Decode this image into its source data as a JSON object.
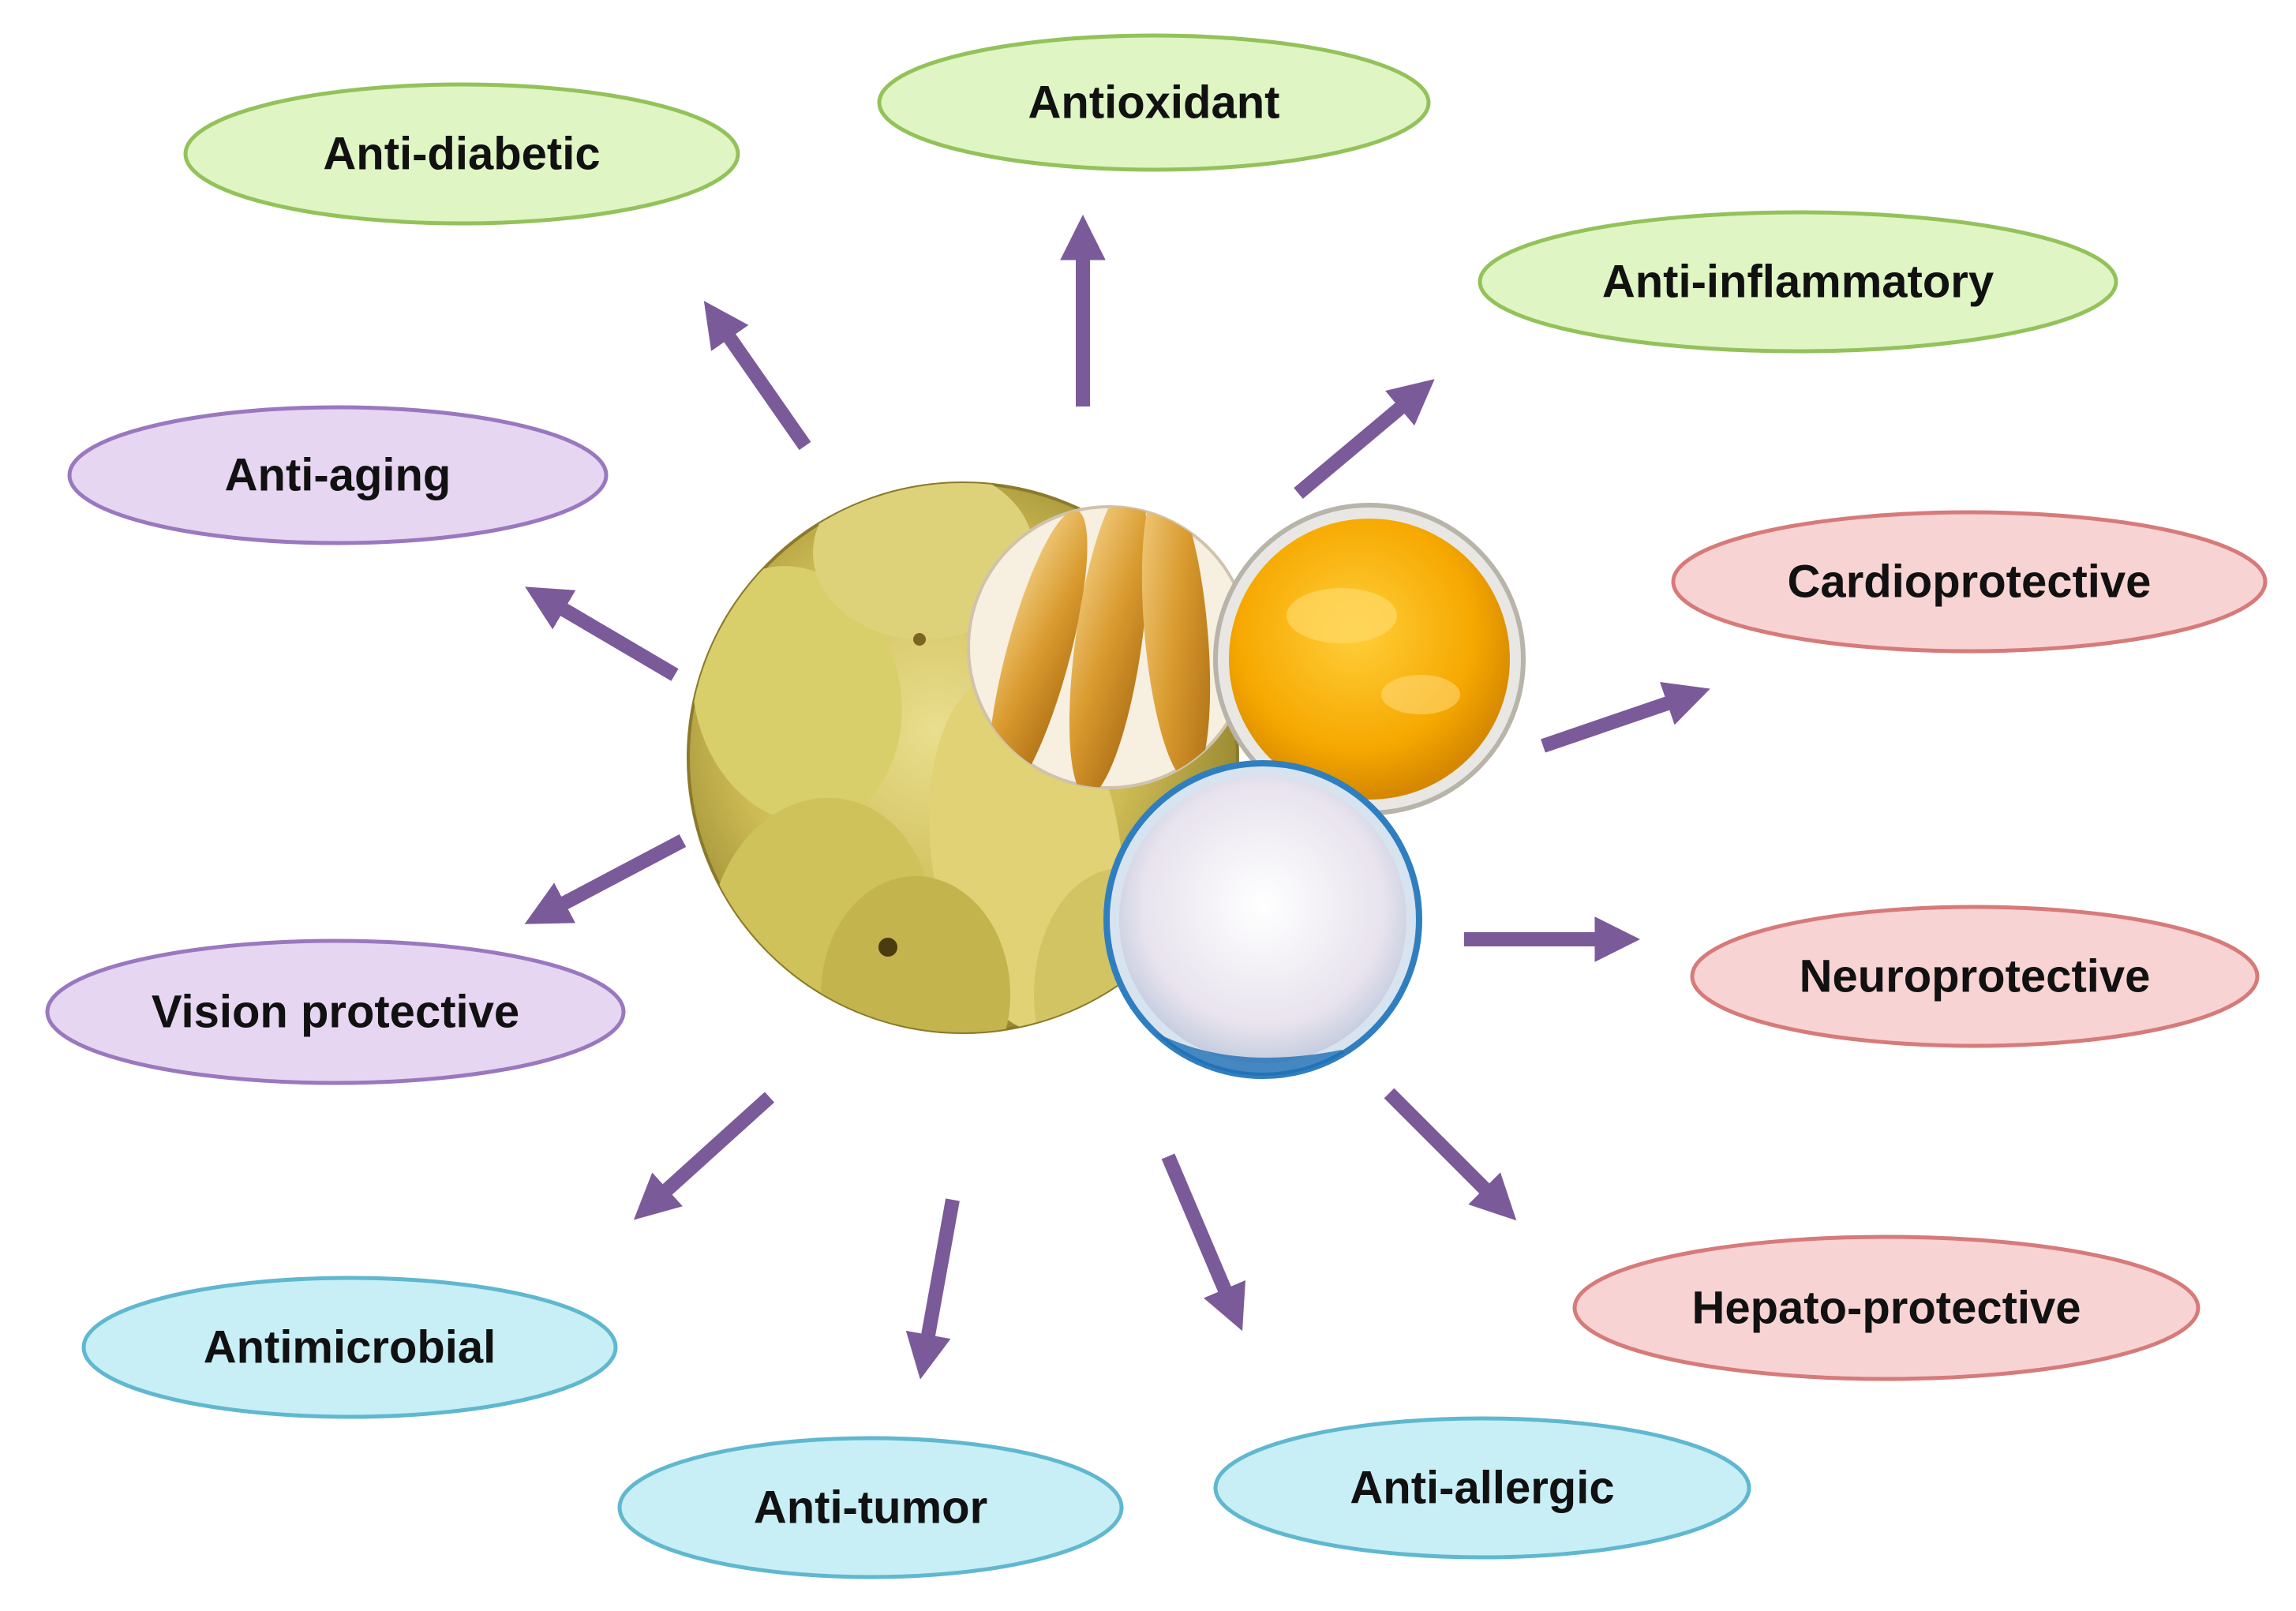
{
  "nodes": [
    {
      "id": "anti-diabetic",
      "label": "Anti-diabetic",
      "group": "green"
    },
    {
      "id": "antioxidant",
      "label": "Antioxidant",
      "group": "green"
    },
    {
      "id": "anti-inflammatory",
      "label": "Anti-inflammatory",
      "group": "green"
    },
    {
      "id": "anti-aging",
      "label": "Anti-aging",
      "group": "purple"
    },
    {
      "id": "vision-protective",
      "label": "Vision protective",
      "group": "purple"
    },
    {
      "id": "cardioprotective",
      "label": "Cardioprotective",
      "group": "red"
    },
    {
      "id": "neuroprotective",
      "label": "Neuroprotective",
      "group": "red"
    },
    {
      "id": "hepato-protective",
      "label": "Hepato-protective",
      "group": "red"
    },
    {
      "id": "antimicrobial",
      "label": "Antimicrobial",
      "group": "cyan"
    },
    {
      "id": "anti-tumor",
      "label": "Anti-tumor",
      "group": "cyan"
    },
    {
      "id": "anti-allergic",
      "label": "Anti-allergic",
      "group": "cyan"
    }
  ],
  "colors": {
    "green": {
      "fill": "#dff5c4",
      "stroke": "#93c25a"
    },
    "purple": {
      "fill": "#e6d6f2",
      "stroke": "#9a78bf"
    },
    "red": {
      "fill": "#f8d3d3",
      "stroke": "#d77a7a"
    },
    "cyan": {
      "fill": "#c8eef6",
      "stroke": "#5fb8cf"
    },
    "arrow": "#7b5a9a"
  },
  "center_images": [
    "mango-fruit-photo",
    "mango-slices-photo",
    "mango-pulp-photo",
    "mango-powder-photo"
  ]
}
